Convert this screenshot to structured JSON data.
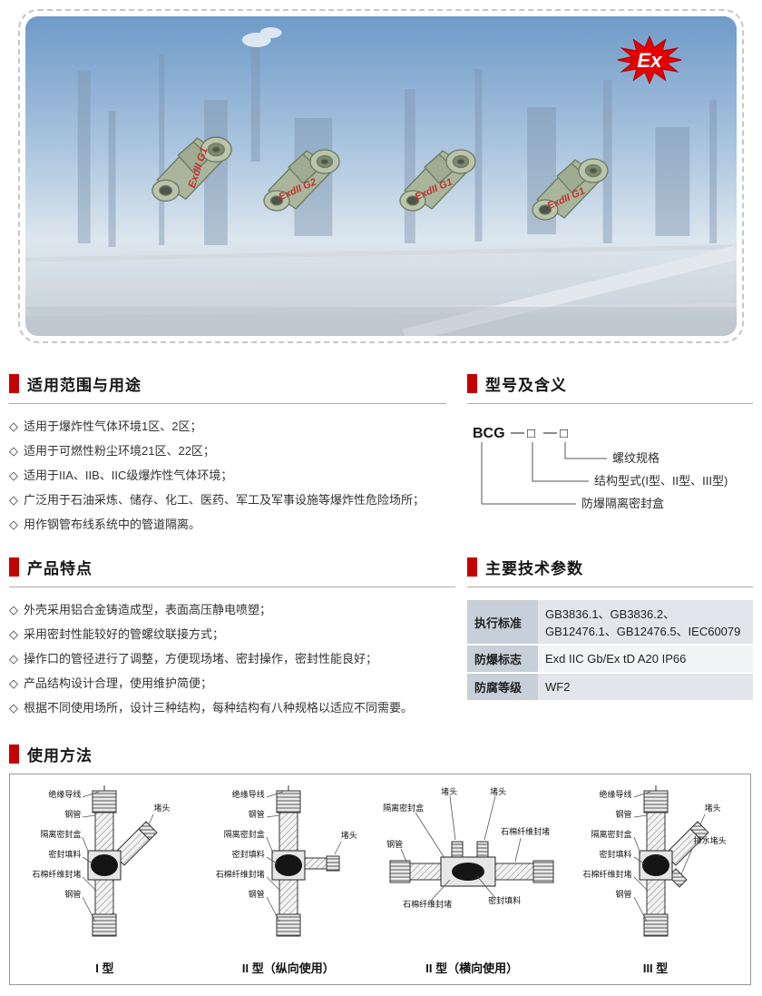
{
  "hero": {
    "ex_logo_text": "Ex",
    "products": [
      {
        "label": "ExdII G1"
      },
      {
        "label": "ExdII G2"
      },
      {
        "label": "ExdII G1"
      },
      {
        "label": "ExdII G1"
      }
    ]
  },
  "scope": {
    "title": "适用范围与用途",
    "bullet": "◇",
    "items": [
      "适用于爆炸性气体环境1区、2区；",
      "适用于可燃性粉尘环境21区、22区；",
      "适用于IIA、IIB、IIC级爆炸性气体环境；",
      "广泛用于石油采炼、储存、化工、医药、军工及军事设施等爆炸性危险场所；",
      "用作钢管布线系统中的管道隔离。"
    ]
  },
  "model": {
    "title": "型号及含义",
    "code": "BCG",
    "dash": "—",
    "box": "□",
    "labels": [
      "螺纹规格",
      "结构型式(I型、II型、III型)",
      "防爆隔离密封盒"
    ]
  },
  "features": {
    "title": "产品特点",
    "bullet": "◇",
    "items": [
      "外壳采用铝合金铸造成型，表面高压静电喷塑；",
      "采用密封性能较好的管螺纹联接方式；",
      "操作口的管径进行了调整，方便现场堵、密封操作，密封性能良好；",
      "产品结构设计合理，使用维护简便；",
      "根据不同使用场所，设计三种结构，每种结构有八种规格以适应不同需要。"
    ]
  },
  "tech": {
    "title": "主要技术参数",
    "rows": [
      {
        "label": "执行标准",
        "value": "GB3836.1、GB3836.2、GB12476.1、GB12476.5、IEC60079"
      },
      {
        "label": "防爆标志",
        "value": "Exd IIC Gb/Ex tD A20 IP66"
      },
      {
        "label": "防腐等级",
        "value": "WF2"
      }
    ]
  },
  "usage": {
    "title": "使用方法",
    "diagrams": [
      {
        "caption": "I 型",
        "labels": [
          "绝缘导线",
          "钢管",
          "隔离密封盒",
          "密封填料",
          "石棉纤维封堵",
          "钢管",
          "堵头"
        ]
      },
      {
        "caption": "II 型（纵向使用）",
        "labels": [
          "绝缘导线",
          "钢管",
          "隔离密封盒",
          "密封填料",
          "石棉纤维封堵",
          "钢管",
          "堵头"
        ]
      },
      {
        "caption": "II 型（横向使用）",
        "labels": [
          "隔离密封盒",
          "堵头",
          "堵头",
          "钢管",
          "石棉纤维封堵",
          "石棉纤维封堵",
          "密封填料"
        ]
      },
      {
        "caption": "III 型",
        "labels": [
          "绝缘导线",
          "钢管",
          "隔离密封盒",
          "密封填料",
          "石棉纤维封堵",
          "钢管",
          "堵头",
          "排水堵头"
        ]
      }
    ]
  },
  "colors": {
    "accent": "#c40000",
    "table_header_bg": "#c7d0d8"
  }
}
